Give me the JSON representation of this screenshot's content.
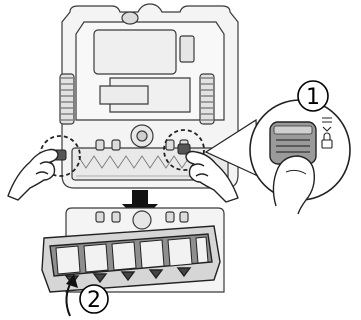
{
  "diagram": {
    "steps": [
      {
        "number": "1",
        "action": "press-release-latch"
      },
      {
        "number": "2",
        "action": "lift-out-brush-cover"
      }
    ],
    "icons": [
      "lock-icon",
      "press-arrow-icon",
      "down-arrow-icon",
      "curved-arrow-icon"
    ],
    "colors": {
      "line": "#3a3a3a",
      "fill_light": "#f2f2f2",
      "fill_mid": "#d9d9d9",
      "fill_dark": "#8a8a8a",
      "arrow": "#111111"
    }
  }
}
